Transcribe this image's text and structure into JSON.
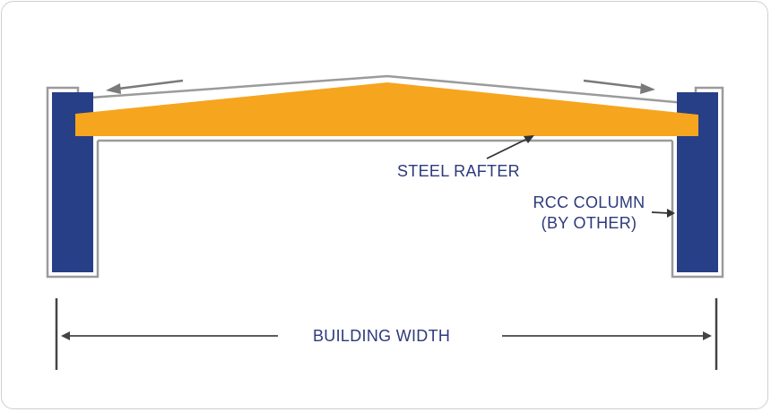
{
  "labels": {
    "steel_rafter": "STEEL RAFTER",
    "rcc_column_line1": "RCC COLUMN",
    "rcc_column_line2": "(BY OTHER)",
    "building_width": "BUILDING WIDTH"
  },
  "colors": {
    "rafter": "#f6a51f",
    "column": "#263f86",
    "outline": "#9b9b9b",
    "text": "#2d3a7c",
    "arrow": "#7a7a7a",
    "dimension": "#444444"
  }
}
